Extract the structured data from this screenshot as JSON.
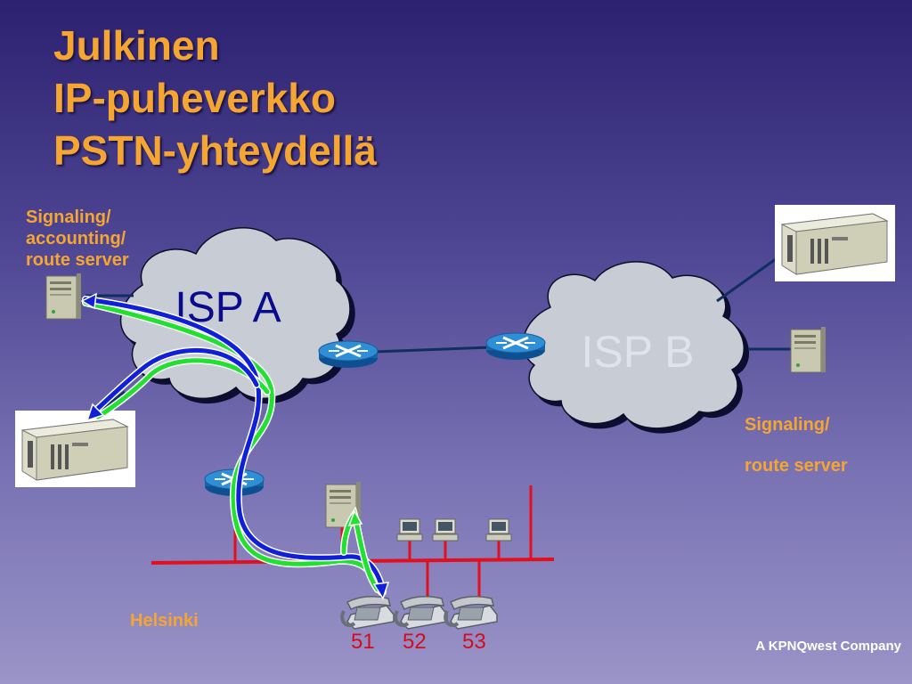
{
  "slide": {
    "title_lines": [
      "Julkinen",
      "IP-puheverkko",
      "PSTN-yhteydellä"
    ],
    "footer": "A KPNQwest Company"
  },
  "diagram": {
    "isp_a": "ISP A",
    "isp_b": "ISP B",
    "server_a_label_lines": [
      "Signaling/",
      "accounting/",
      "route server"
    ],
    "server_b_label_lines": [
      "Signaling/",
      "route server"
    ],
    "location": "Helsinki",
    "phones": [
      "51",
      "52",
      "53"
    ]
  },
  "colors": {
    "title": "#f5a531",
    "label": "#f5a531",
    "lan": "#e2101e",
    "path_blue": "#1020d8",
    "path_green": "#22e030",
    "cloud": "#c8ccd4"
  }
}
